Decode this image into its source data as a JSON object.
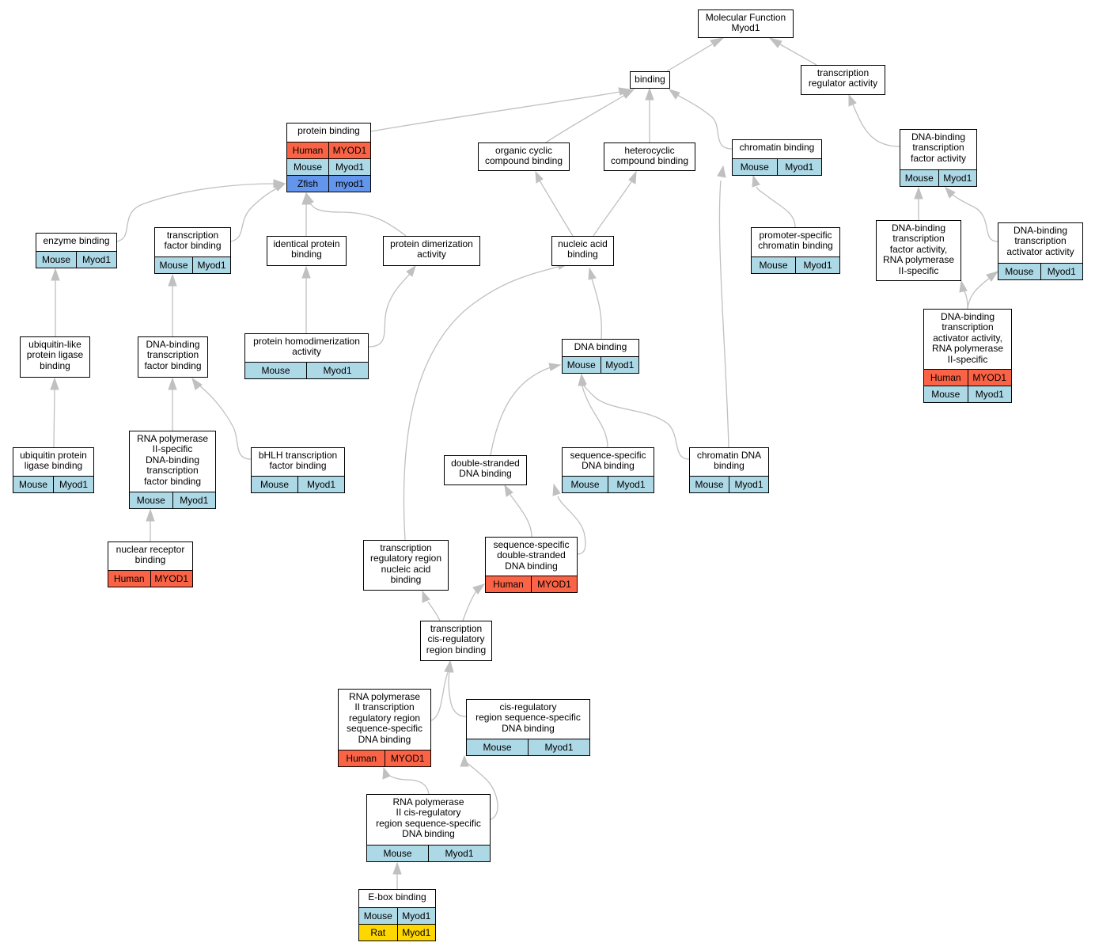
{
  "species_colors": {
    "Human": "#fa6345",
    "Mouse": "#add8e6",
    "Zfish": "#6495ed",
    "Rat": "#ffd700"
  },
  "edge_color": "#c0c0c0",
  "nodes": {
    "mf": {
      "label": "Molecular Function\nMyod1"
    },
    "bind": {
      "label": "binding"
    },
    "tra": {
      "label": "transcription\nregulator activity"
    },
    "pb": {
      "label": "protein binding",
      "rows": [
        [
          "Human",
          "MYOD1"
        ],
        [
          "Mouse",
          "Myod1"
        ],
        [
          "Zfish",
          "myod1"
        ]
      ]
    },
    "ocb": {
      "label": "organic cyclic\ncompound binding"
    },
    "hcb": {
      "label": "heterocyclic\ncompound binding"
    },
    "chb": {
      "label": "chromatin binding",
      "rows": [
        [
          "Mouse",
          "Myod1"
        ]
      ]
    },
    "dbtf": {
      "label": "DNA-binding\ntranscription\nfactor activity",
      "rows": [
        [
          "Mouse",
          "Myod1"
        ]
      ]
    },
    "eb": {
      "label": "enzyme binding",
      "rows": [
        [
          "Mouse",
          "Myod1"
        ]
      ]
    },
    "tfb": {
      "label": "transcription\nfactor binding",
      "rows": [
        [
          "Mouse",
          "Myod1"
        ]
      ]
    },
    "ipb": {
      "label": "identical protein\nbinding"
    },
    "pda": {
      "label": "protein dimerization\nactivity"
    },
    "nab": {
      "label": "nucleic acid\nbinding"
    },
    "pscb": {
      "label": "promoter-specific\nchromatin binding",
      "rows": [
        [
          "Mouse",
          "Myod1"
        ]
      ]
    },
    "dbtfp": {
      "label": "DNA-binding\ntranscription\nfactor activity,\nRNA polymerase\nII-specific"
    },
    "dbta": {
      "label": "DNA-binding\ntranscription\nactivator activity",
      "rows": [
        [
          "Mouse",
          "Myod1"
        ]
      ]
    },
    "ulpl": {
      "label": "ubiquitin-like\nprotein ligase\nbinding"
    },
    "dbtfb": {
      "label": "DNA-binding\ntranscription\nfactor binding"
    },
    "phda": {
      "label": "protein homodimerization\nactivity",
      "rows": [
        [
          "Mouse",
          "Myod1"
        ]
      ]
    },
    "dnab": {
      "label": "DNA binding",
      "rows": [
        [
          "Mouse",
          "Myod1"
        ]
      ]
    },
    "dbtap": {
      "label": "DNA-binding\ntranscription\nactivator activity,\nRNA polymerase\nII-specific",
      "rows": [
        [
          "Human",
          "MYOD1"
        ],
        [
          "Mouse",
          "Myod1"
        ]
      ]
    },
    "upl": {
      "label": "ubiquitin protein\nligase binding",
      "rows": [
        [
          "Mouse",
          "Myod1"
        ]
      ]
    },
    "rp2": {
      "label": "RNA polymerase\nII-specific\nDNA-binding\ntranscription\nfactor binding",
      "rows": [
        [
          "Mouse",
          "Myod1"
        ]
      ]
    },
    "bhlh": {
      "label": "bHLH transcription\nfactor binding",
      "rows": [
        [
          "Mouse",
          "Myod1"
        ]
      ]
    },
    "dsdb": {
      "label": "double-stranded\nDNA binding"
    },
    "ssdb": {
      "label": "sequence-specific\nDNA binding",
      "rows": [
        [
          "Mouse",
          "Myod1"
        ]
      ]
    },
    "cdb": {
      "label": "chromatin DNA\nbinding",
      "rows": [
        [
          "Mouse",
          "Myod1"
        ]
      ]
    },
    "nrb": {
      "label": "nuclear receptor\nbinding",
      "rows": [
        [
          "Human",
          "MYOD1"
        ]
      ]
    },
    "trr": {
      "label": "transcription\nregulatory region\nnucleic acid\nbinding"
    },
    "ssds": {
      "label": "sequence-specific\ndouble-stranded\nDNA binding",
      "rows": [
        [
          "Human",
          "MYOD1"
        ]
      ]
    },
    "tcrb": {
      "label": "transcription\ncis-regulatory\nregion binding"
    },
    "rp2tr": {
      "label": "RNA polymerase\nII transcription\nregulatory region\nsequence-specific\nDNA binding",
      "rows": [
        [
          "Human",
          "MYOD1"
        ]
      ]
    },
    "crss": {
      "label": "cis-regulatory\nregion sequence-specific\nDNA binding",
      "rows": [
        [
          "Mouse",
          "Myod1"
        ]
      ]
    },
    "rp2cr": {
      "label": "RNA polymerase\nII cis-regulatory\nregion sequence-specific\nDNA binding",
      "rows": [
        [
          "Mouse",
          "Myod1"
        ]
      ]
    },
    "ebox": {
      "label": "E-box binding",
      "rows": [
        [
          "Mouse",
          "Myod1"
        ],
        [
          "Rat",
          "Myod1"
        ]
      ]
    }
  }
}
